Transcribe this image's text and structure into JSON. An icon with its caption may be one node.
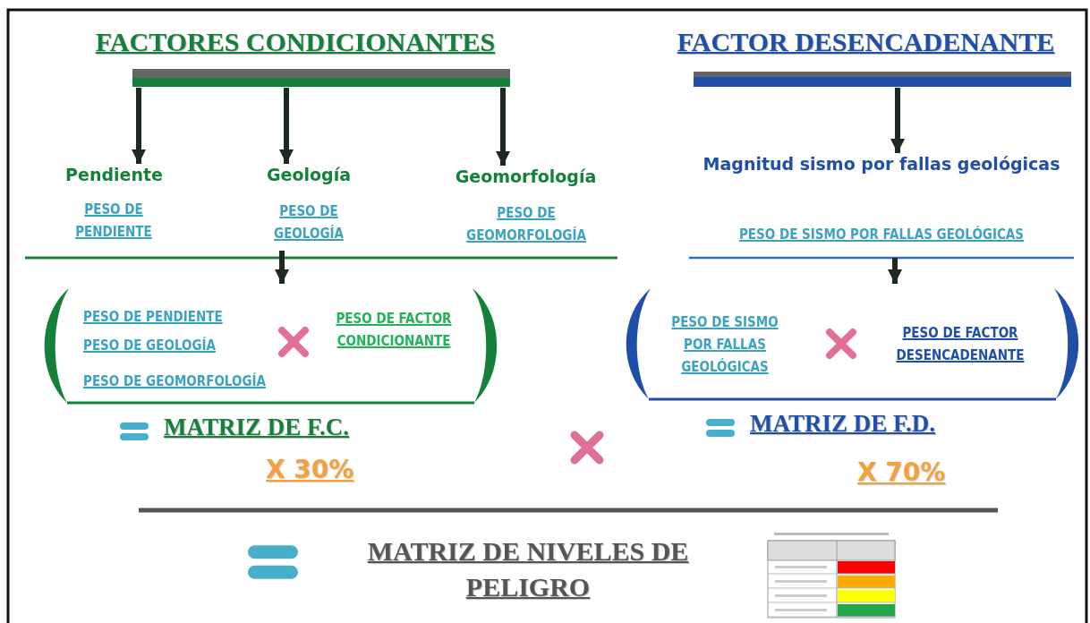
{
  "diagram": {
    "nodes": [
      {
        "text": [
          "FACTORES CONDICIONANTES"
        ]
      },
      {
        "text": [
          "Pendiente",
          "PESO DE PENDIENTE"
        ]
      },
      {
        "text": [
          "Geología",
          "PESO DE GEOLOGÍA"
        ]
      },
      {
        "text": [
          "Geomorfología",
          "PESO DE GEOMORFOLOGÍA"
        ]
      },
      {
        "text": [
          "FACTOR DESENCADENANTE"
        ]
      },
      {
        "text": [
          "Magnitud sismo por fallas geológicas",
          "PESO DE SISMO POR FALLAS GEOLÓGICAS"
        ]
      },
      {
        "text": [
          "PESO DE PENDIENTE",
          "PESO DE GEOLOGÍA",
          "PESO DE GEOMORFOLOGÍA",
          "PESO DE FACTOR CONDICIONANTE"
        ]
      },
      {
        "text": [
          "PESO DE SISMO POR FALLAS GEOLÓGICAS",
          "PESO DE FACTOR DESENCADENANTE"
        ]
      }
    ],
    "edges": [
      {
        "from": 0,
        "to": 1,
        "arrow": "to"
      },
      {
        "from": 0,
        "to": 2,
        "arrow": "to"
      },
      {
        "from": 0,
        "to": 3,
        "arrow": "to"
      },
      {
        "from": 4,
        "to": 5,
        "arrow": "to"
      },
      {
        "from": 2,
        "to": 6,
        "arrow": "to"
      },
      {
        "from": 5,
        "to": 7,
        "arrow": "to"
      }
    ],
    "labels": [
      "MATRIZ DE F.C.",
      "X 30%",
      "MATRIZ DE F.D.",
      "X 70%",
      "MATRIZ DE NIVELES DE PELIGRO"
    ]
  }
}
